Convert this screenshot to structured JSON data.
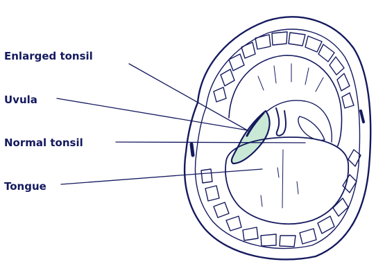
{
  "labels": {
    "enlarged_tonsil": "Enlarged tonsil",
    "uvula": "Uvula",
    "normal_tonsil": "Normal tonsil",
    "tongue": "Tongue"
  },
  "colors": {
    "line": "#14195e",
    "enlarged_tonsil_fill": "#c9e9d6",
    "background": "#ffffff"
  }
}
